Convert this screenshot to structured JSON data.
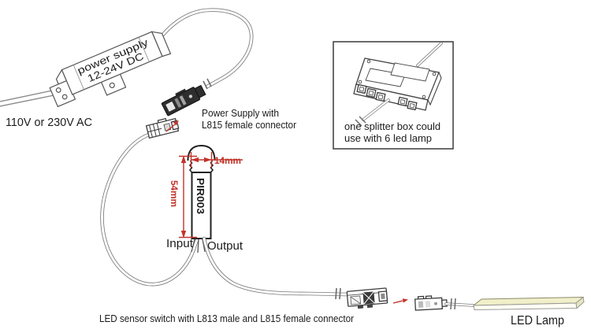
{
  "power_supply": {
    "label_line1": "power supply",
    "label_line2": "12-24V DC"
  },
  "labels": {
    "ac_input": "110V or 230V AC",
    "supply_connector_line1": "Power Supply with",
    "supply_connector_line2": "L815 female connector",
    "input": "Input",
    "output": "Output",
    "bottom_caption": "LED sensor switch with L813 male and L815 female connector",
    "led_lamp": "LED Lamp"
  },
  "sensor": {
    "model": "PIR003",
    "height": "54mm",
    "width": "14mm"
  },
  "splitter_note": {
    "line1": "one splitter box could",
    "line2": "use with 6 led lamp"
  },
  "colors": {
    "dimension_red": "#c2332a",
    "line_gray": "#565656",
    "connector_dark": "#2e2e2e",
    "lamp_yellow": "#f1efc9",
    "background": "#ffffff"
  }
}
